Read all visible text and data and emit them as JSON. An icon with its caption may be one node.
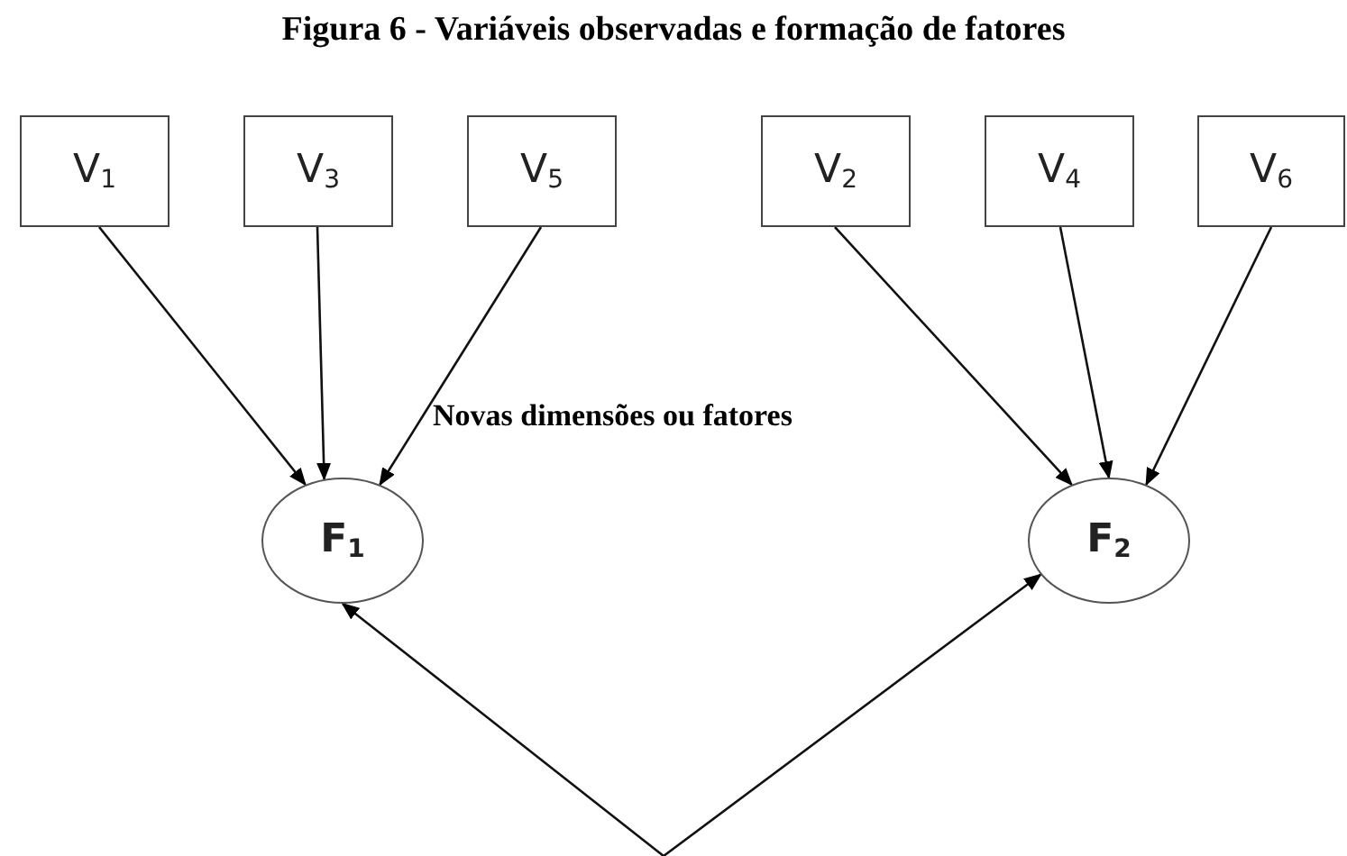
{
  "diagram": {
    "title": "Figura 6 - Variáveis observadas e formação de fatores",
    "nodes": [
      {
        "text": [
          "V$_{1}$"
        ]
      },
      {
        "text": [
          "V$_{3}$"
        ]
      },
      {
        "text": [
          "V$_{5}$"
        ]
      },
      {
        "text": [
          "V$_{2}$"
        ]
      },
      {
        "text": [
          "V$_{4}$"
        ]
      },
      {
        "text": [
          "V$_{6}$"
        ]
      },
      {
        "text": [
          "F$_{1}$"
        ]
      },
      {
        "text": [
          "F$_{2}$"
        ]
      }
    ],
    "edges": [
      {
        "from": 0,
        "to": 6,
        "arrow": "to"
      },
      {
        "from": 1,
        "to": 6,
        "arrow": "to"
      },
      {
        "from": 2,
        "to": 6,
        "arrow": "to"
      },
      {
        "from": 3,
        "to": 7,
        "arrow": "to"
      },
      {
        "from": 4,
        "to": 7,
        "arrow": "to"
      },
      {
        "from": 5,
        "to": 7,
        "arrow": "to"
      },
      {
        "from": null,
        "to": 6,
        "arrow": "to"
      },
      {
        "from": null,
        "to": 7,
        "arrow": "to"
      }
    ],
    "labels": [
      "Novas dimensões ou fatores"
    ]
  }
}
